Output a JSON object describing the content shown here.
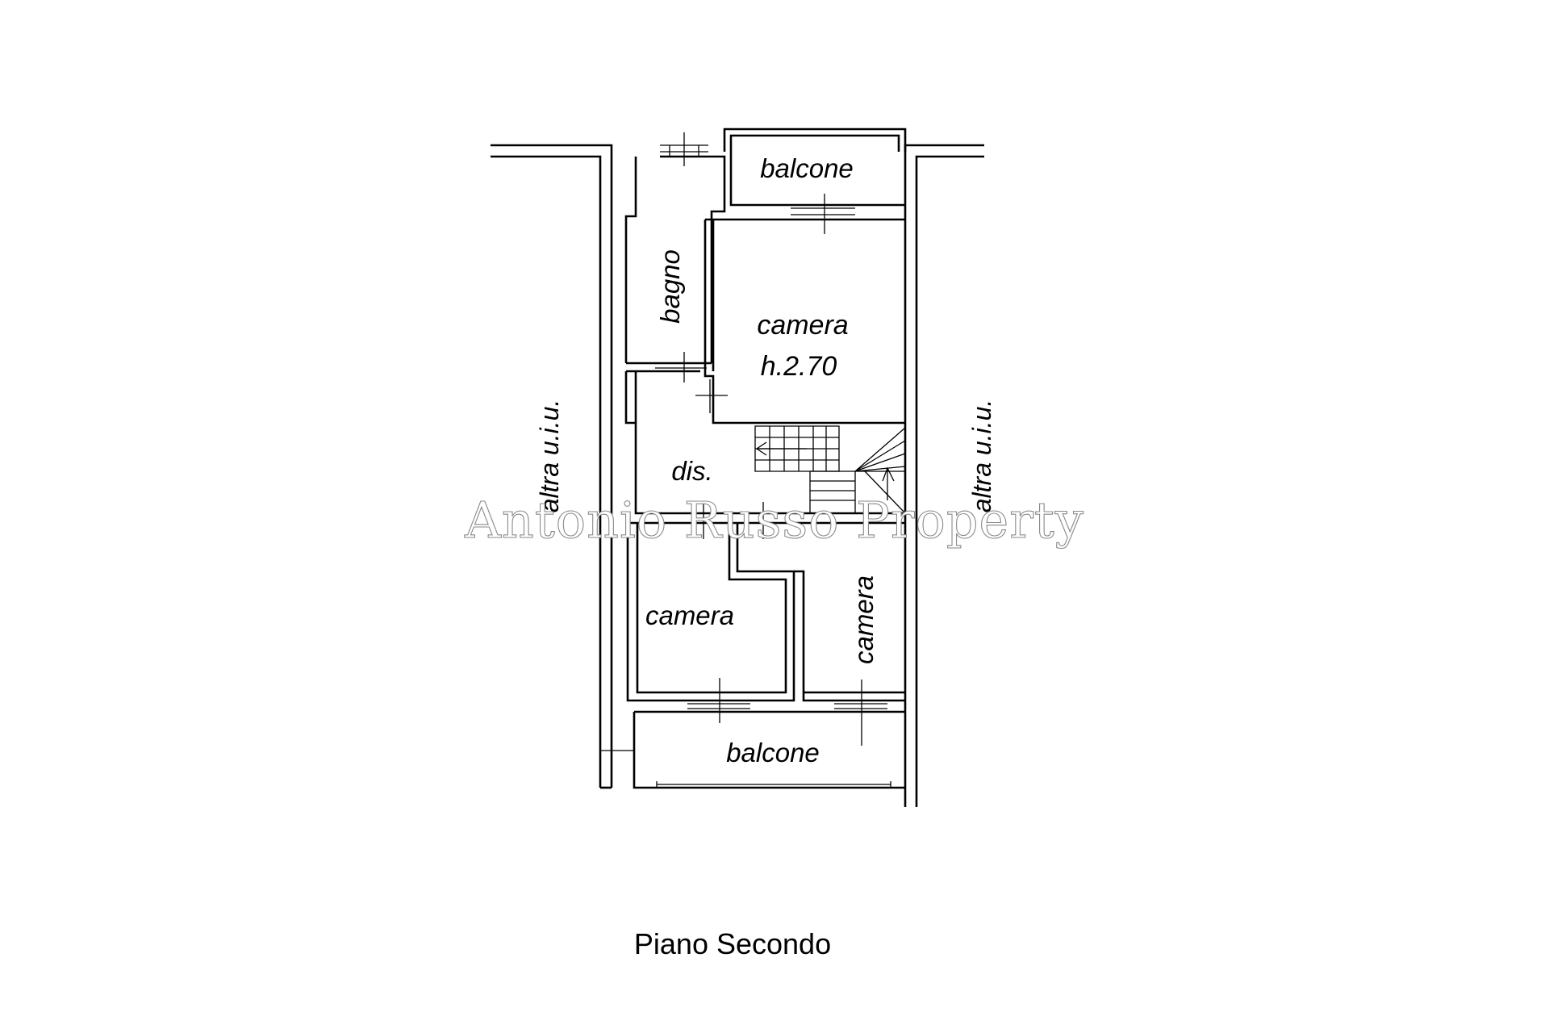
{
  "plan": {
    "rooms": {
      "balcone_top": "balcone",
      "bagno": "bagno",
      "camera_main": "camera",
      "camera_main_height": "h.2.70",
      "dis": "dis.",
      "camera_left": "camera",
      "camera_right": "camera",
      "balcone_bottom": "balcone"
    },
    "neighbors": {
      "left": "altra u.i.u.",
      "right": "altra u.i.u."
    },
    "caption": "Piano Secondo",
    "watermark": "Antonio Russo Property"
  }
}
